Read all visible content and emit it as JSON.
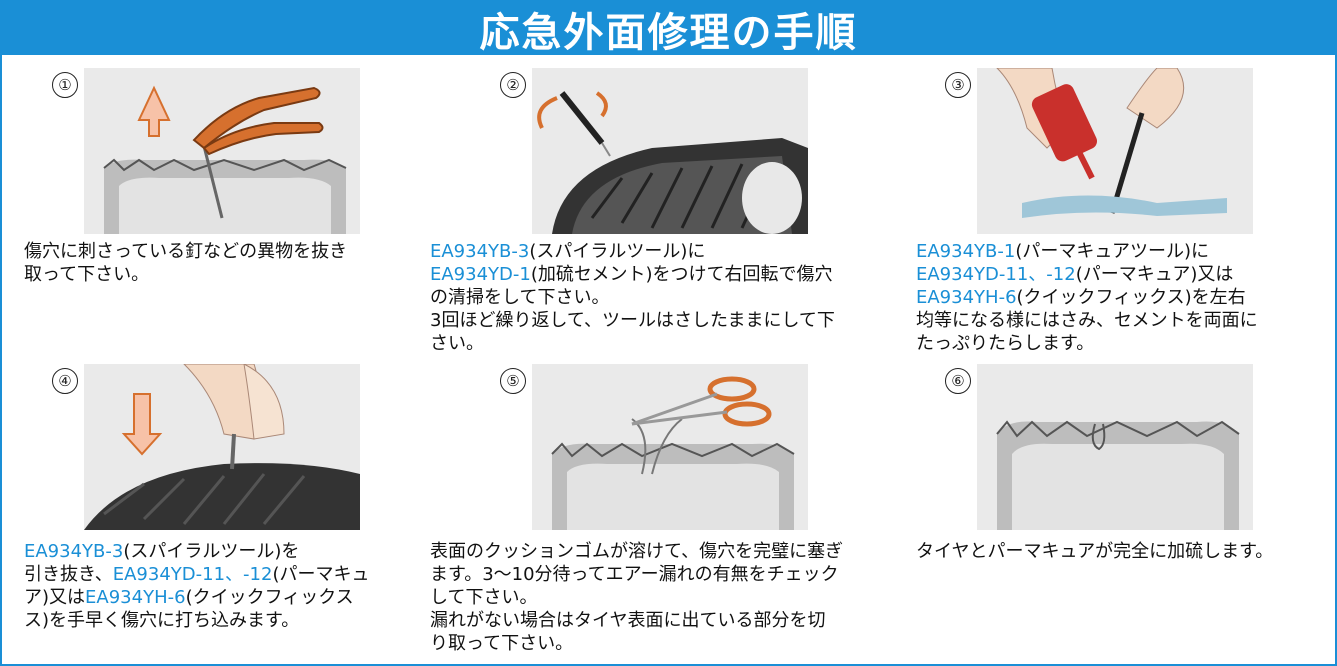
{
  "title": "応急外面修理の手順",
  "colors": {
    "accent": "#1a8fd6",
    "code": "#1a8fd6"
  },
  "steps": [
    {
      "number": "①",
      "illustration": "pliers-removing-nail",
      "text": {
        "l1": "傷穴に刺さっている釘などの異物を抜き",
        "l2": "取って下さい。"
      }
    },
    {
      "number": "②",
      "illustration": "spiral-tool-in-tire",
      "text": {
        "l1_code": "EA934YB-3",
        "l1": "(スパイラルツール)に",
        "l2_code": "EA934YD-1",
        "l2": "(加硫セメント)をつけて右回転で傷穴",
        "l3": "の清掃をして下さい。",
        "l4": "3回ほど繰り返して、ツールはさしたままにして下",
        "l5": "さい。"
      }
    },
    {
      "number": "③",
      "illustration": "applying-cement-to-plug",
      "text": {
        "l1_code": "EA934YB-1",
        "l1": "(パーマキュアツール)に",
        "l2_code": "EA934YD-11、-12",
        "l2": "(パーマキュア)又は",
        "l3_code": "EA934YH-6",
        "l3": "(クイックフィックス)を左右",
        "l4": "均等になる様にはさみ、セメントを両面に",
        "l5": "たっぷりたらします。"
      }
    },
    {
      "number": "④",
      "illustration": "pushing-tool-into-tire",
      "text": {
        "l1_code": "EA934YB-3",
        "l1": "(スパイラルツール)を",
        "l2": "引き抜き、",
        "l2_code": "EA934YD-11、-12",
        "l2b": "(パーマキュ",
        "l3": "ア)又は",
        "l3_code": "EA934YH-6",
        "l3b": "(クイックフィックス",
        "l4": "ス)を手早く傷穴に打ち込みます。"
      }
    },
    {
      "number": "⑤",
      "illustration": "scissors-cutting-plug",
      "text": {
        "l1": "表面のクッションゴムが溶けて、傷穴を完璧に塞ぎ",
        "l2": "ます。3～10分待ってエアー漏れの有無をチェック",
        "l3": "して下さい。",
        "l4": "漏れがない場合はタイヤ表面に出ている部分を切",
        "l5": "り取って下さい。"
      }
    },
    {
      "number": "⑥",
      "illustration": "completed-repair",
      "text": {
        "l1": "タイヤとパーマキュアが完全に加硫します。"
      }
    }
  ]
}
